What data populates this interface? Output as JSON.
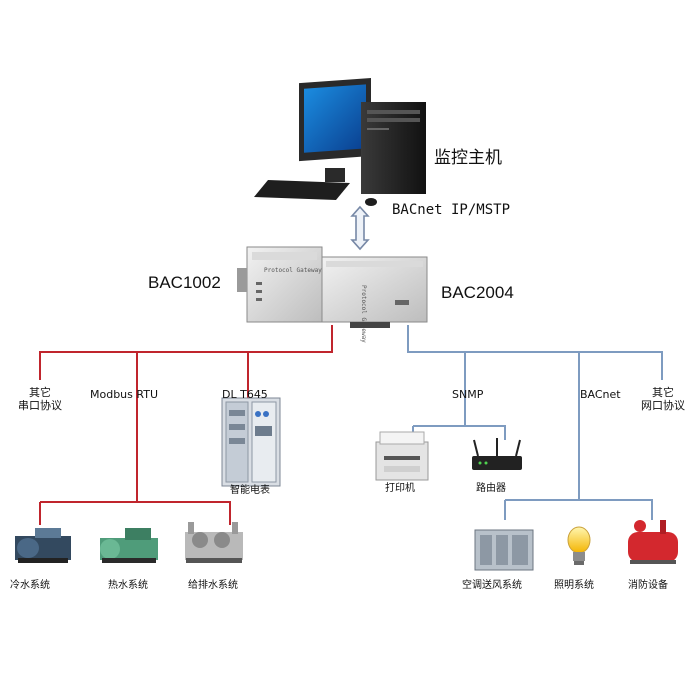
{
  "host": {
    "label": "监控主机",
    "link_protocol": "BACnet IP/MSTP"
  },
  "gateways": {
    "left": "BAC1002",
    "right": "BAC2004"
  },
  "serial_branch": {
    "protocols": {
      "other": "其它\n串口协议",
      "modbus": "Modbus RTU",
      "dlt645": "DL T645"
    },
    "meter": "智能电表",
    "devices": [
      "冷水系统",
      "热水系统",
      "给排水系统"
    ]
  },
  "network_branch": {
    "protocols": {
      "snmp": "SNMP",
      "bacnet": "BACnet",
      "other": "其它\n网口协议"
    },
    "peripherals": [
      "打印机",
      "路由器"
    ],
    "devices": [
      "空调送风系统",
      "照明系统",
      "消防设备"
    ]
  },
  "colors": {
    "serial_line": "#c0252d",
    "network_line": "#7e9bc0",
    "arrow": "#7788a6"
  },
  "icons": [
    "desktop-computer-icon",
    "gateway-box-icon",
    "electric-cabinet-icon",
    "chiller-icon",
    "printer-icon",
    "router-icon",
    "hvac-unit-icon",
    "light-bulb-icon",
    "fire-equipment-icon"
  ]
}
